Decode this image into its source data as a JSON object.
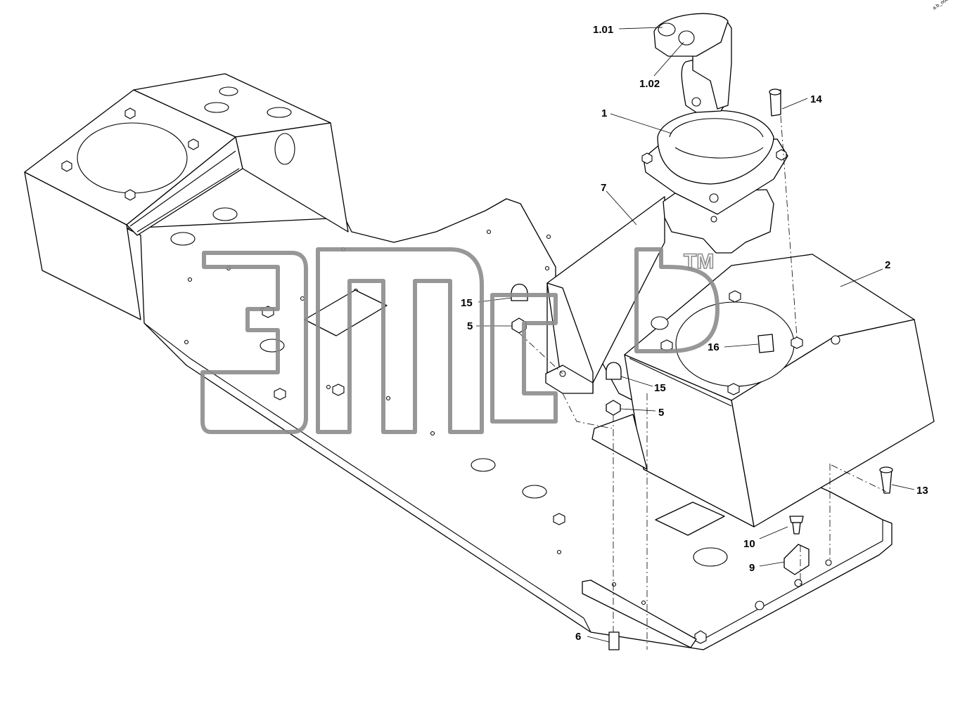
{
  "diagram": {
    "corner_code": "a.b_ooo",
    "watermark_tm": "TM",
    "callouts": [
      {
        "id": "c-1-01",
        "text": "1.01"
      },
      {
        "id": "c-1-02",
        "text": "1.02"
      },
      {
        "id": "c-1",
        "text": "1"
      },
      {
        "id": "c-14",
        "text": "14"
      },
      {
        "id": "c-7",
        "text": "7"
      },
      {
        "id": "c-2",
        "text": "2"
      },
      {
        "id": "c-15a",
        "text": "15"
      },
      {
        "id": "c-5a",
        "text": "5"
      },
      {
        "id": "c-16",
        "text": "16"
      },
      {
        "id": "c-15b",
        "text": "15"
      },
      {
        "id": "c-5b",
        "text": "5"
      },
      {
        "id": "c-13",
        "text": "13"
      },
      {
        "id": "c-10",
        "text": "10"
      },
      {
        "id": "c-9",
        "text": "9"
      },
      {
        "id": "c-6",
        "text": "6"
      }
    ]
  }
}
